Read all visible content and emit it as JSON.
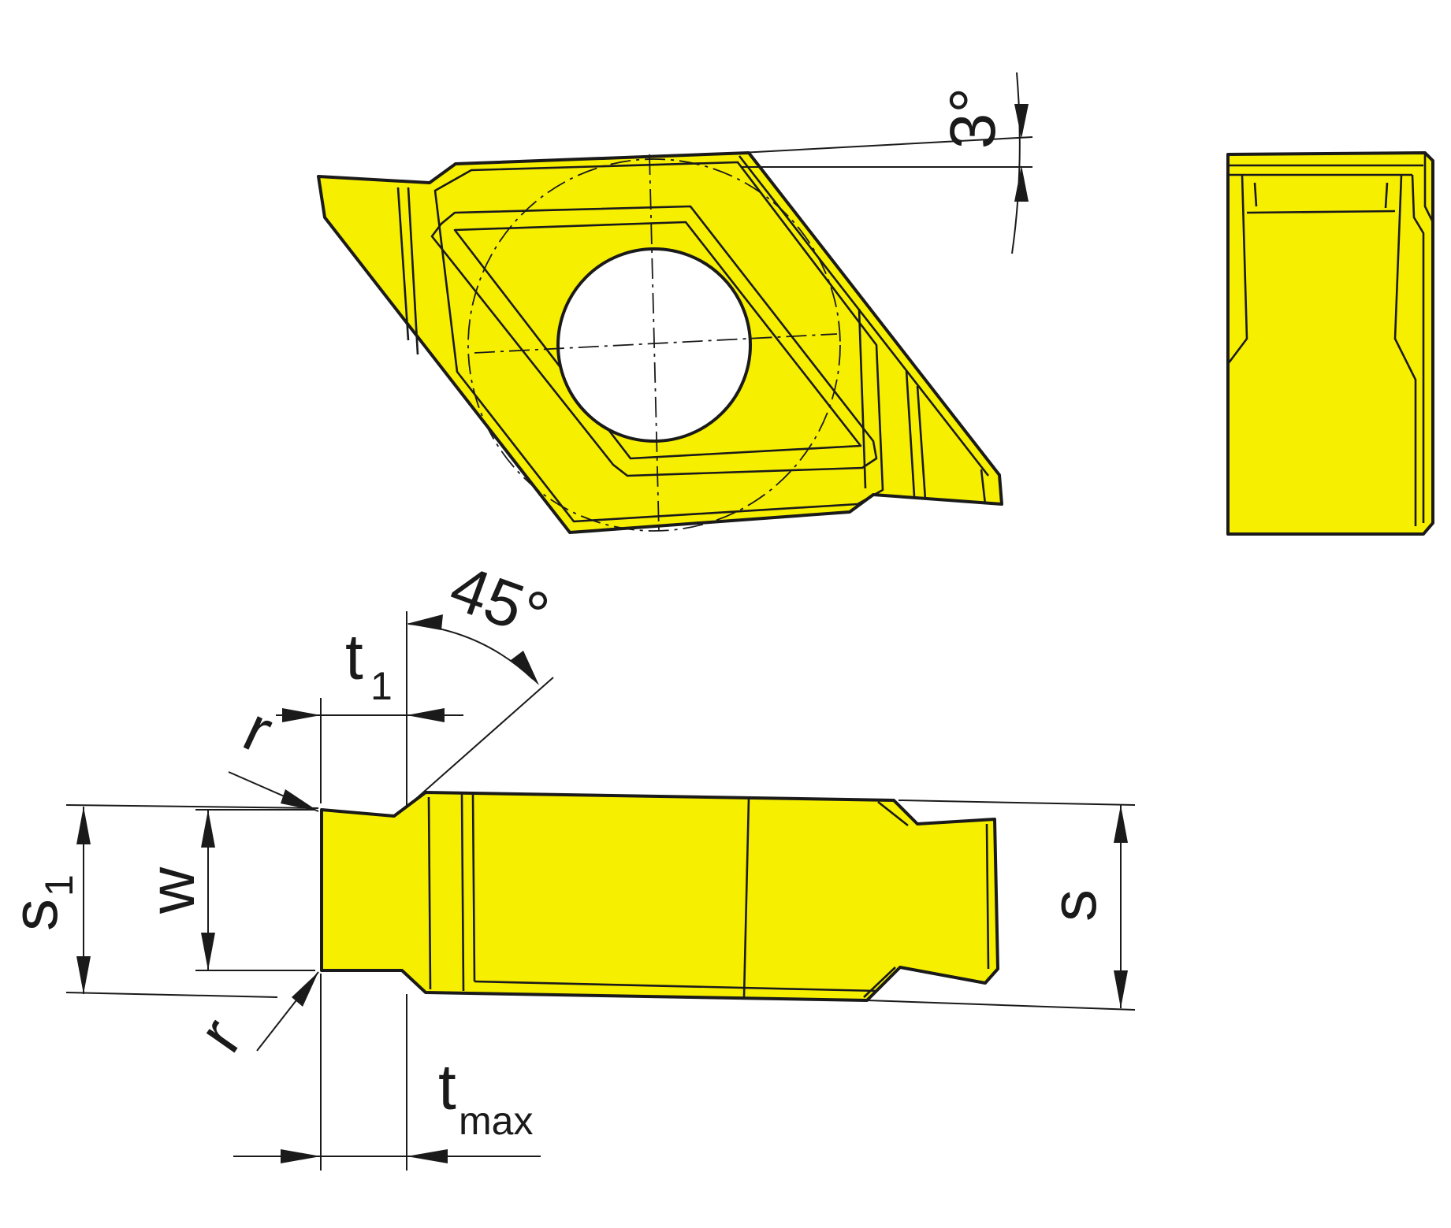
{
  "colors": {
    "insert_fill": "#f7ef00",
    "outline": "#1a1a1a",
    "background": "#ffffff"
  },
  "labels": {
    "angle_top": "3°",
    "angle_chamfer": "45°",
    "t1_main": "t",
    "t1_sub": "1",
    "tmax_main": "t",
    "tmax_sub": "max",
    "r_top": "r",
    "r_bottom": "r",
    "s1_main": "s",
    "s1_sub": "1",
    "w": "w",
    "s": "s"
  }
}
